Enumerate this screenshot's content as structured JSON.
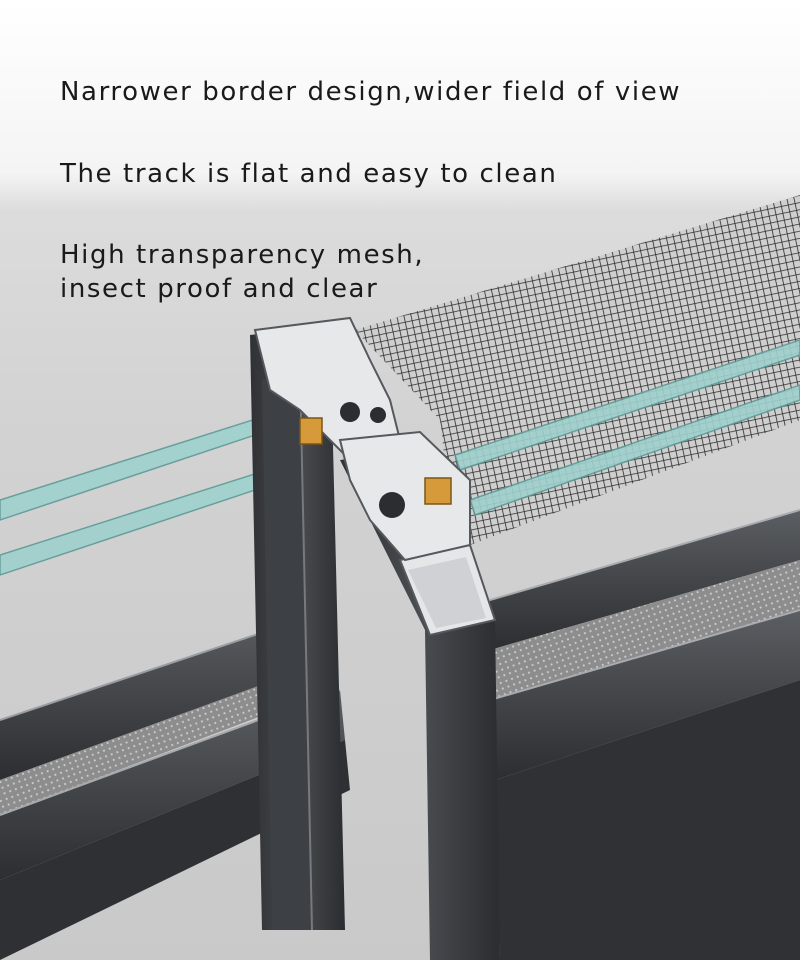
{
  "captions": {
    "border": "Narrower border design,wider field of view",
    "track": "The track is flat and easy to clean",
    "mesh_line1": "High transparency mesh,",
    "mesh_line2": "insect proof and clear"
  },
  "colors": {
    "frame": "#3a3c3f",
    "frame_light": "#6b6e72",
    "glass": "#7fb7b4",
    "seal": "#d79a3a",
    "mesh": "#2b2b2b",
    "text": "#1a1a1a"
  }
}
